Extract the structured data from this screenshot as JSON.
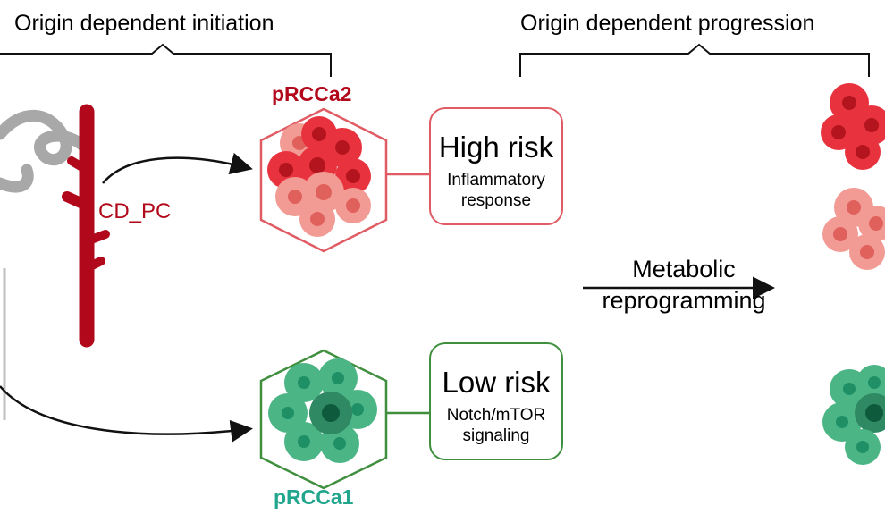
{
  "headers": {
    "initiation": "Origin dependent initiation",
    "progression": "Origin dependent progression"
  },
  "labels": {
    "cell_origin": "CD_PC",
    "subtype_high": "pRCCa2",
    "subtype_low": "pRCCa1"
  },
  "risk_high": {
    "title": "High risk",
    "desc_line1": "Inflammatory",
    "desc_line2": "response"
  },
  "risk_low": {
    "title": "Low risk",
    "desc_line1": "Notch/mTOR",
    "desc_line2": "signaling"
  },
  "transition": {
    "line1": "Metabolic",
    "line2": "reprogramming"
  },
  "colors": {
    "tubule": "#b2081b",
    "high_risk_border": "#e05b63",
    "low_risk_border": "#3f8f3f",
    "high_cells_dark": "#e8333f",
    "high_cells_light": "#f29a94",
    "low_cells": "#4cb586",
    "low_cells_dark": "#1f8f66",
    "subtype_low_text": "#22a58d"
  }
}
